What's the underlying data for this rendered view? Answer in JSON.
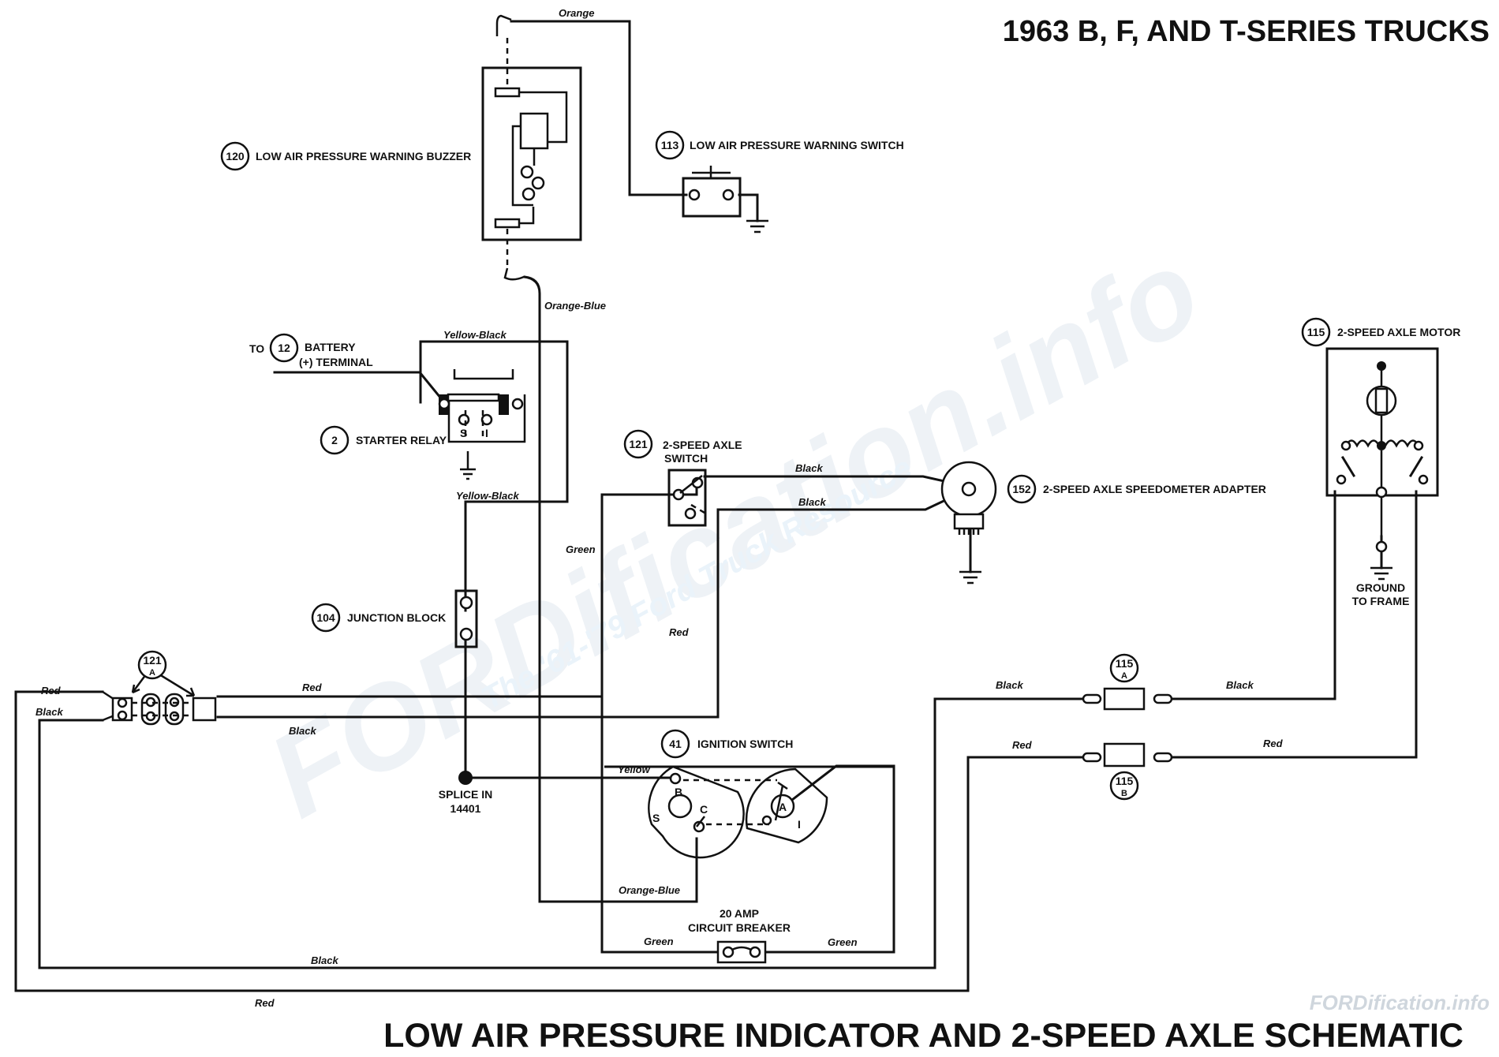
{
  "title": "1963 B, F, AND T-SERIES TRUCKS",
  "subtitle": "LOW AIR PRESSURE INDICATOR AND 2-SPEED AXLE SCHEMATIC",
  "watermark": {
    "main": "FORDification.info",
    "tagline": "The '61-'79 Ford Truck Resource",
    "corner": "FORDification.info"
  },
  "components": [
    {
      "id": "buzzer",
      "num": "120",
      "label": "LOW AIR PRESSURE WARNING BUZZER"
    },
    {
      "id": "warnswitch",
      "num": "113",
      "label": "LOW AIR PRESSURE WARNING SWITCH"
    },
    {
      "id": "battery",
      "num": "12",
      "prefix": "TO",
      "label_lines": [
        "BATTERY",
        "(+) TERMINAL"
      ]
    },
    {
      "id": "relay",
      "num": "2",
      "label": "STARTER RELAY"
    },
    {
      "id": "axleswitch",
      "num": "121",
      "label_lines": [
        "2-SPEED AXLE",
        "SWITCH"
      ]
    },
    {
      "id": "adapter",
      "num": "152",
      "label": "2-SPEED AXLE SPEEDOMETER ADAPTER"
    },
    {
      "id": "motor",
      "num": "115",
      "label": "2-SPEED AXLE MOTOR"
    },
    {
      "id": "junction",
      "num": "104",
      "label": "JUNCTION BLOCK"
    },
    {
      "id": "ignition",
      "num": "41",
      "label": "IGNITION SWITCH"
    },
    {
      "id": "conn121a",
      "num": "121",
      "sub": "A"
    },
    {
      "id": "conn115a",
      "num": "115",
      "sub": "A"
    },
    {
      "id": "conn115b",
      "num": "115",
      "sub": "B"
    }
  ],
  "text_labels": {
    "ground_to_frame": [
      "GROUND",
      "TO FRAME"
    ],
    "splice": [
      "SPLICE IN",
      "14401"
    ],
    "breaker": [
      "20 AMP",
      "CIRCUIT BREAKER"
    ],
    "ignition_terminals": [
      "B",
      "C",
      "S",
      "A",
      "I"
    ],
    "relay_terminals": [
      "S",
      "I"
    ]
  },
  "wire_labels": [
    "Orange",
    "Orange-Blue",
    "Yellow-Black",
    "Yellow-Black",
    "Black",
    "Black",
    "Green",
    "Red",
    "Red",
    "Black",
    "Red",
    "Black",
    "Black",
    "Black",
    "Red",
    "Red",
    "Yellow",
    "Orange-Blue",
    "Green",
    "Green",
    "Black",
    "Red"
  ],
  "colors": {
    "ink": "#111111",
    "paper": "#ffffff",
    "watermark": "#eef2f6"
  }
}
